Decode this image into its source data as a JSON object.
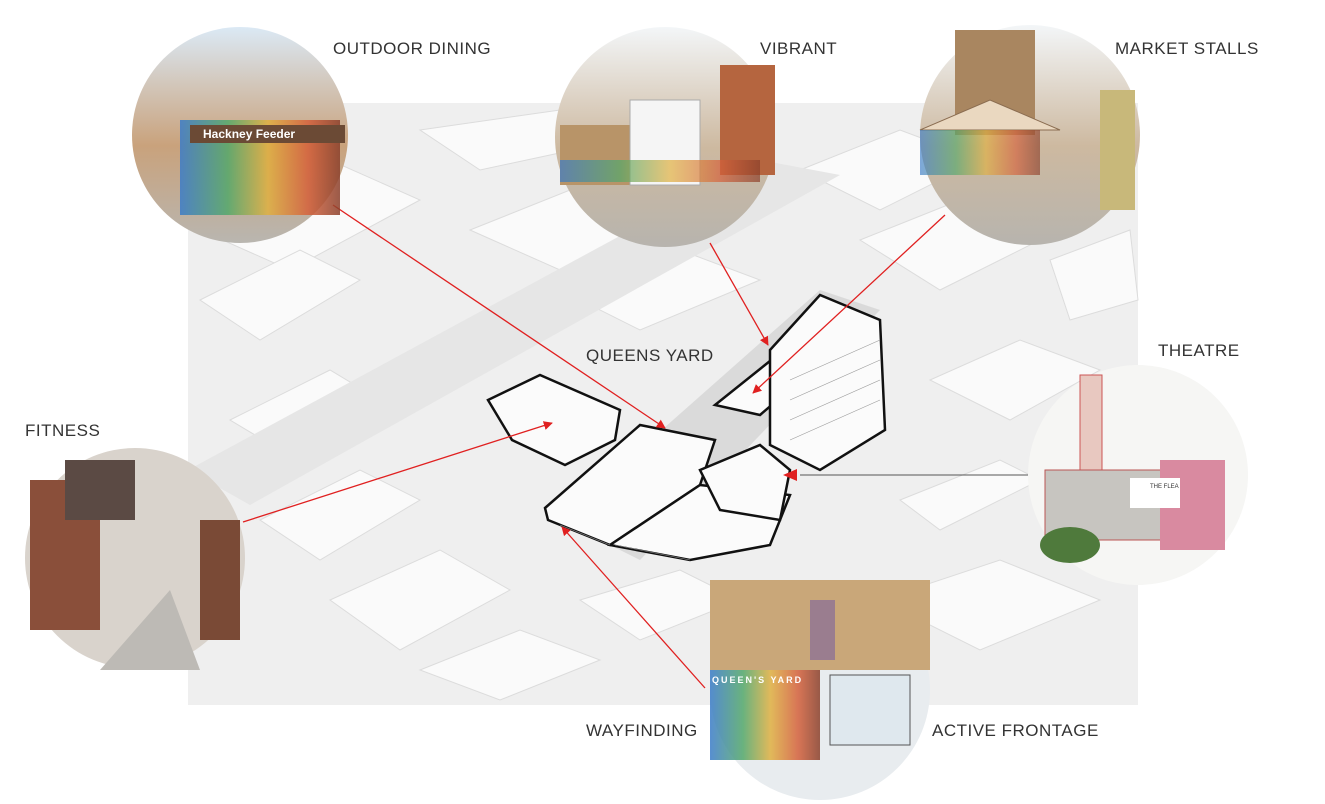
{
  "labels": {
    "outdoor_dining": "OUTDOOR DINING",
    "vibrant": "VIBRANT",
    "market_stalls": "MARKET STALLS",
    "theatre": "THEATRE",
    "fitness": "FITNESS",
    "site": "QUEENS YARD",
    "wayfinding": "WAYFINDING",
    "active_frontage": "ACTIVE FRONTAGE"
  },
  "signage": {
    "hackney": "Hackney Feeder",
    "queens_yard": "QUEEN'S YARD",
    "flea": "THE FLEA"
  },
  "colors": {
    "leader": "#e02020",
    "label": "#333333",
    "map": "#eeeeee"
  }
}
